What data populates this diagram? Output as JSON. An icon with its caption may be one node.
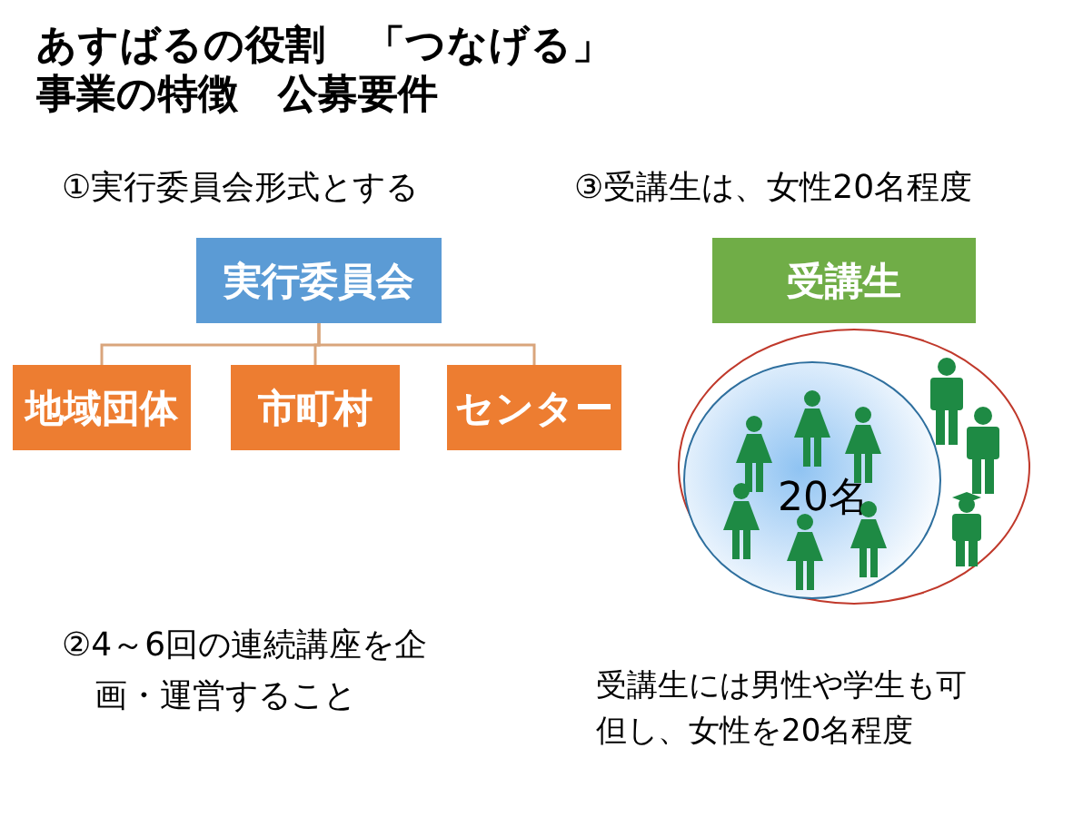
{
  "diagram": {
    "title": "あすばるの役割　「つなげる」",
    "nodes": [
      {
        "text": [
          "実行委員会"
        ]
      },
      {
        "text": [
          "地域団体"
        ]
      },
      {
        "text": [
          "市町村"
        ]
      },
      {
        "text": [
          "センター"
        ]
      },
      {
        "text": [
          "受講生"
        ]
      },
      {
        "text": [],
        "shape": "circle"
      },
      {
        "text": [
          "20名"
        ],
        "in": 5
      }
    ],
    "edges": [
      {
        "from": 0,
        "to": 1,
        "arrow": "none"
      },
      {
        "from": 0,
        "to": 2,
        "arrow": "none"
      },
      {
        "from": 0,
        "to": 3,
        "arrow": "none"
      }
    ],
    "labels": [
      "事業の特徴　公募要件",
      "①実行委員会形式とする",
      "③受講生は、女性20名程度",
      "②4～6回の連続講座を企画・運営すること",
      "受講生には男性や学生も可但し、女性を20名程度"
    ]
  }
}
